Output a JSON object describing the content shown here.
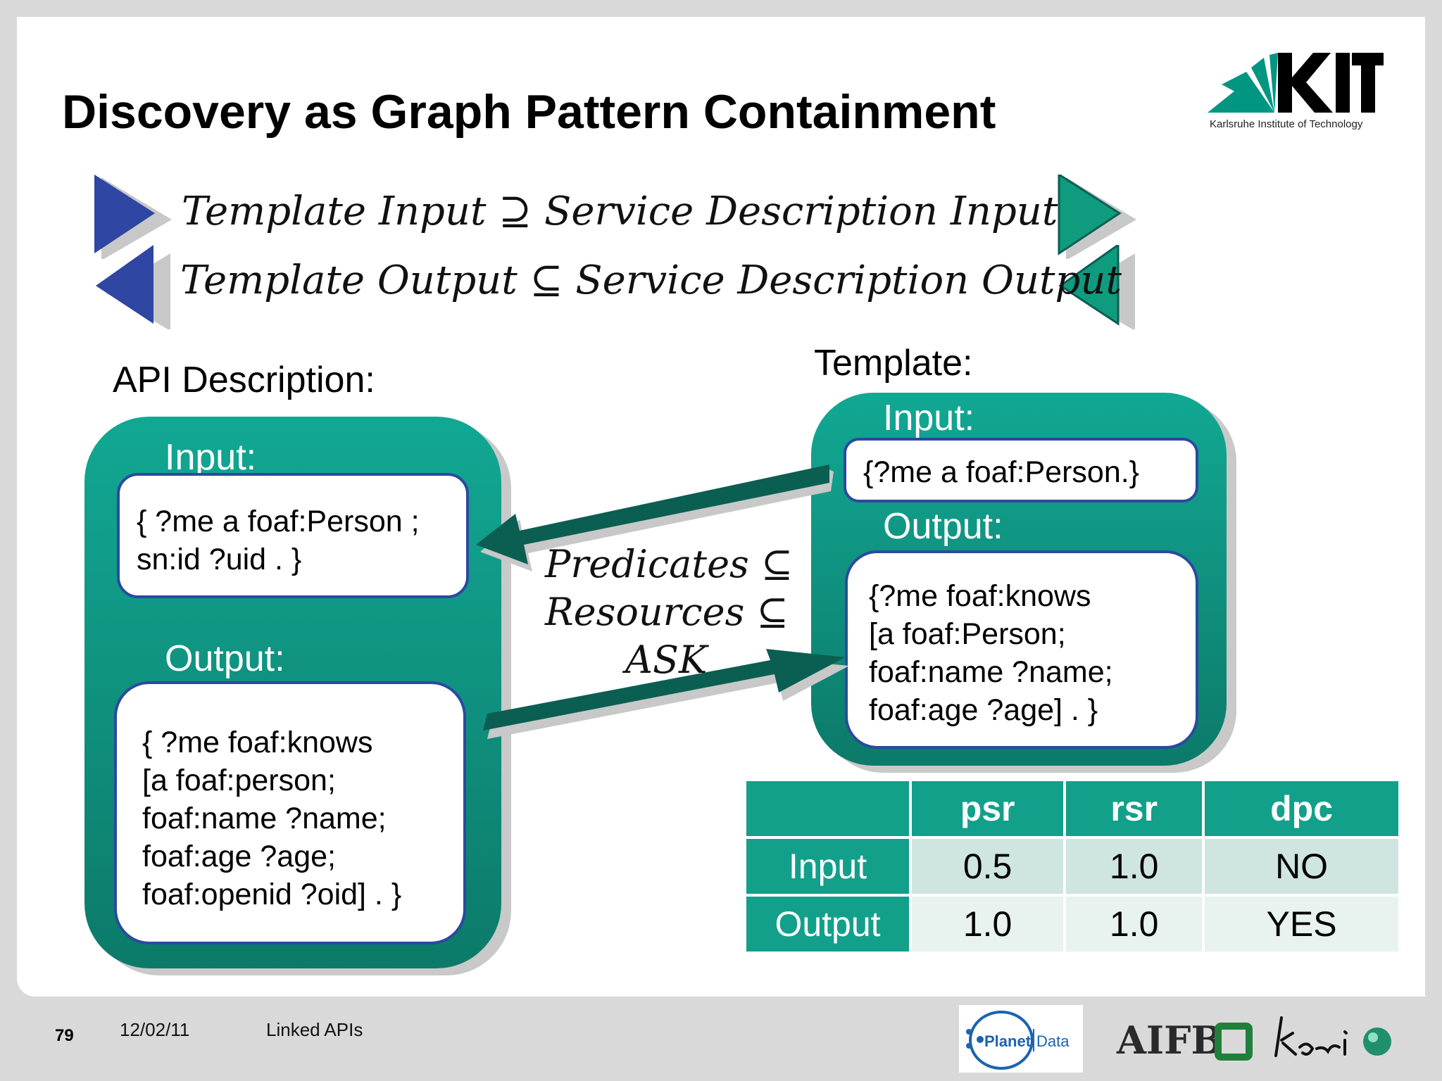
{
  "slide": {
    "title": "Discovery as Graph Pattern Containment",
    "logo_name": "KIT",
    "logo_subtitle": "Karlsruhe Institute of Technology",
    "formula_input": "Template Input  ⊇ Service Description Input",
    "formula_output": "Template Output  ⊆ Service Description Output",
    "api_heading": "API Description:",
    "template_heading": "Template:",
    "api": {
      "input_label": "Input:",
      "input_lines": [
        "{ ?me a foaf:Person ;",
        "sn:id ?uid . }"
      ],
      "output_label": "Output:",
      "output_lines": [
        "{ ?me foaf:knows",
        "[a foaf:person;",
        "foaf:name ?name;",
        "foaf:age ?age;",
        "foaf:openid ?oid] . }"
      ]
    },
    "template": {
      "input_label": "Input:",
      "input_lines": [
        "{?me a foaf:Person.}"
      ],
      "output_label": "Output:",
      "output_lines": [
        "{?me foaf:knows",
        "[a foaf:Person;",
        "foaf:name ?name;",
        "foaf:age ?age] . }"
      ]
    },
    "center": {
      "line1": "Predicates ⊆",
      "line2": "Resources  ⊆",
      "line3": "ASK"
    },
    "table": {
      "headers": [
        "",
        "psr",
        "rsr",
        "dpc"
      ],
      "rows": [
        {
          "label": "Input",
          "values": [
            "0.5",
            "1.0",
            "NO"
          ]
        },
        {
          "label": "Output",
          "values": [
            "1.0",
            "1.0",
            "YES"
          ]
        }
      ]
    }
  },
  "footer": {
    "page_number": "79",
    "date": "12/02/11",
    "topic": "Linked APIs",
    "partner_logo_1": "Planet Data",
    "partner_logo_2": "AIFB",
    "partner_logo_3": "ksri"
  },
  "colors": {
    "teal": "#12a08b",
    "dark_teal": "#0b5e52",
    "blue_triangle": "#2f46a3",
    "green_triangle": "#0f9c7e"
  }
}
